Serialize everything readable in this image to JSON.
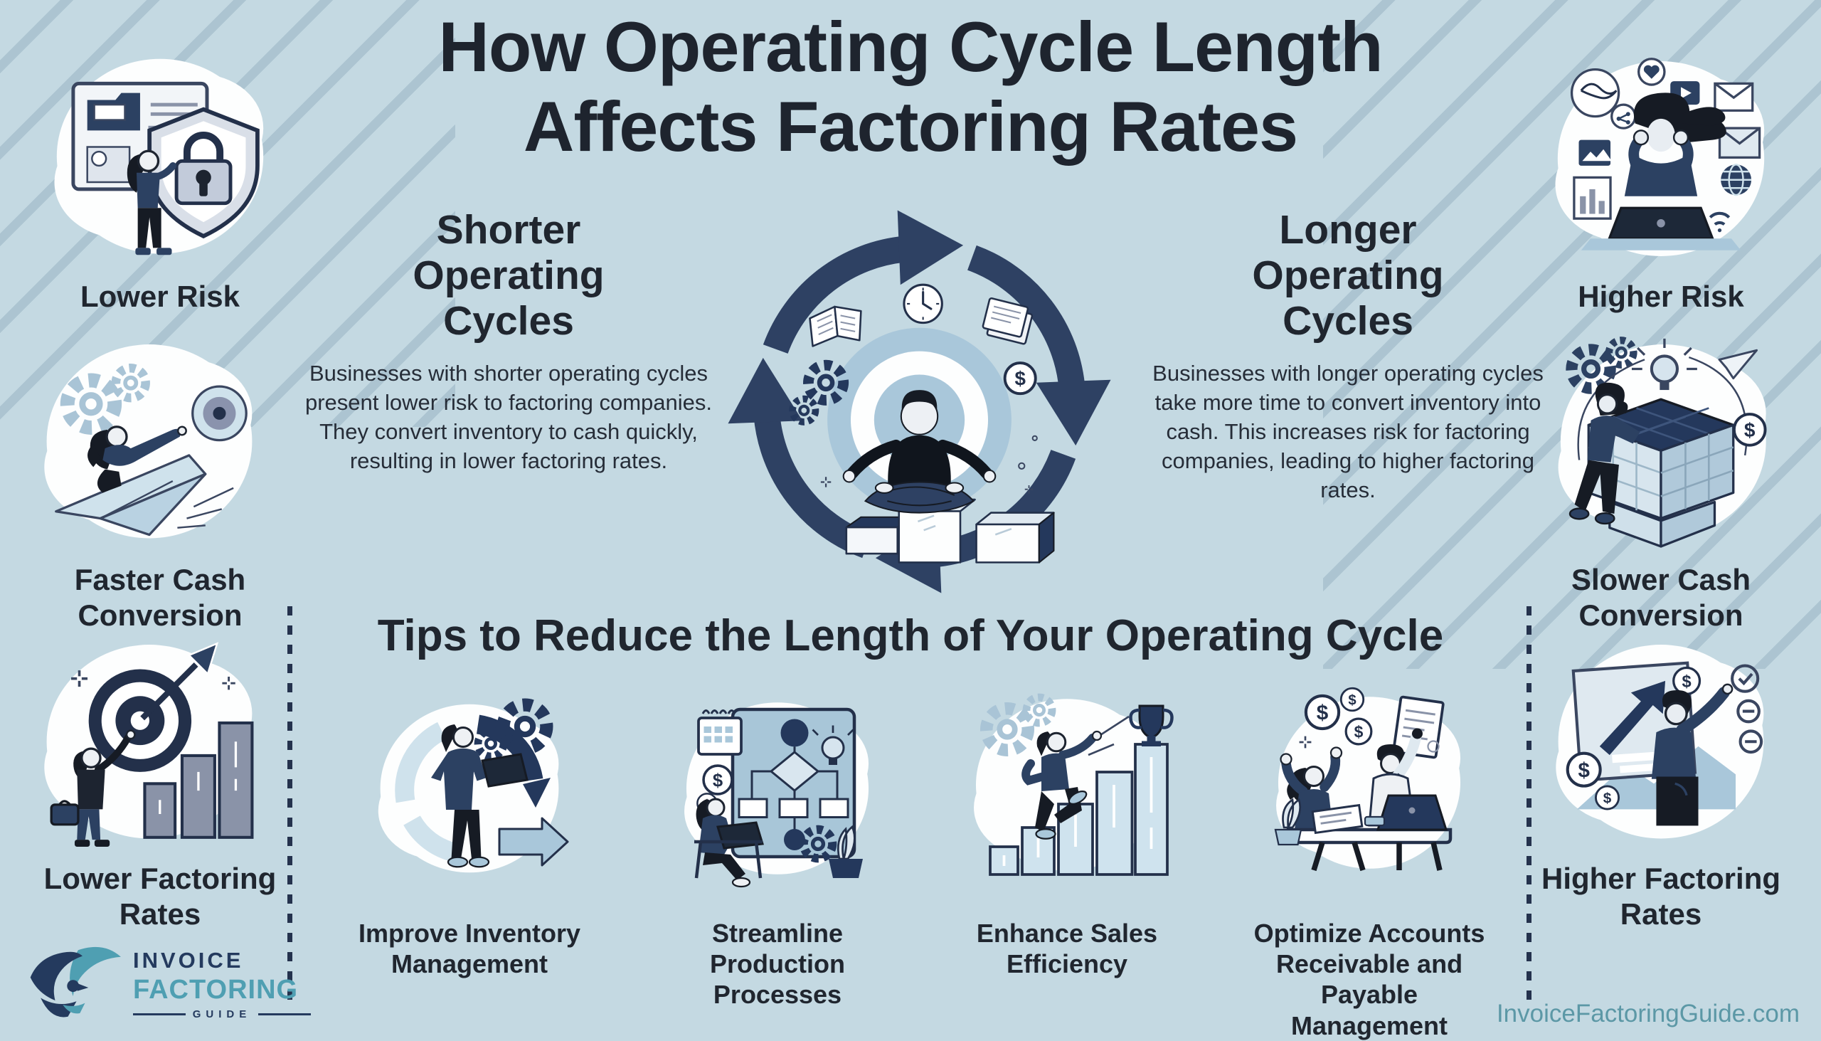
{
  "title": "How Operating Cycle Length\nAffects Factoring Rates",
  "shorter": {
    "heading": "Shorter\nOperating\nCycles",
    "body": "Businesses with shorter operating cycles present lower risk to factoring companies. They convert inventory to cash quickly, resulting in lower factoring rates."
  },
  "longer": {
    "heading": "Longer\nOperating\nCycles",
    "body": "Businesses with longer operating cycles take more time to convert inventory into cash. This increases risk for factoring companies, leading to higher factoring rates."
  },
  "left_column": {
    "items": [
      {
        "label": "Lower Risk",
        "icon": "security-shield-lock-illustration"
      },
      {
        "label": "Faster Cash Conversion",
        "icon": "paper-plane-target-illustration"
      },
      {
        "label": "Lower Factoring Rates",
        "icon": "dartboard-bar-chart-illustration"
      }
    ]
  },
  "right_column": {
    "items": [
      {
        "label": "Higher Risk",
        "icon": "overwhelmed-person-laptop-illustration"
      },
      {
        "label": "Slower Cash Conversion",
        "icon": "puzzle-cube-illustration"
      },
      {
        "label": "Higher Factoring Rates",
        "icon": "rising-chart-pointing-illustration"
      }
    ]
  },
  "center_illustration": {
    "icon": "operating-cycle-meditation-illustration"
  },
  "tips": {
    "heading": "Tips to Reduce the Length of Your Operating Cycle",
    "items": [
      {
        "label": "Improve Inventory Management",
        "icon": "inventory-cycle-laptop-illustration"
      },
      {
        "label": "Streamline Production Processes",
        "icon": "production-flowchart-illustration"
      },
      {
        "label": "Enhance Sales Efficiency",
        "icon": "sales-stairs-trophy-illustration"
      },
      {
        "label": "Optimize Accounts Receivable and Payable Management",
        "icon": "accounts-celebration-illustration"
      }
    ]
  },
  "footer": {
    "logo": {
      "line1": "INVOICE",
      "line2": "FACTORING",
      "line3": "GUIDE"
    },
    "website": "InvoiceFactoringGuide.com"
  },
  "colors": {
    "background": "#c4d9e2",
    "heading_text": "#20262f",
    "navy": "#2c4162",
    "dark_navy": "#23304a",
    "teal": "#4f9fb2",
    "website_teal": "#5c98a6",
    "light_blue": "#a9c7da",
    "pale_blue": "#cfe2ec",
    "white_blob": "#fdfefe"
  }
}
